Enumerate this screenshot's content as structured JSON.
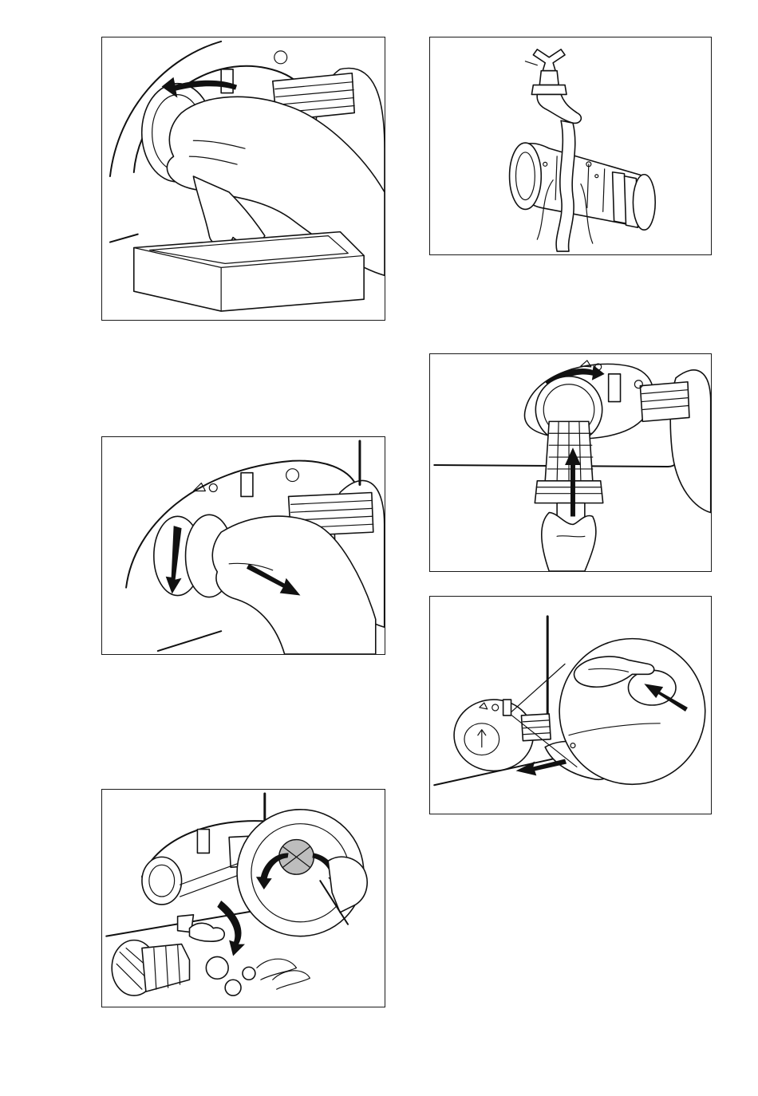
{
  "figures": [
    {
      "id": "p1",
      "icon": "drain-water-into-tray-illustration"
    },
    {
      "id": "p2",
      "icon": "pull-out-filter-illustration"
    },
    {
      "id": "p3",
      "icon": "clean-pump-impeller-illustration"
    },
    {
      "id": "p4",
      "icon": "rinse-filter-under-tap-illustration"
    },
    {
      "id": "p5",
      "icon": "reinsert-filter-illustration"
    },
    {
      "id": "p6",
      "icon": "close-flap-illustration"
    }
  ],
  "colors": {
    "ink": "#111111",
    "panel_border": "#1a1a1a",
    "shade": "#bdbdbd",
    "paper": "#ffffff"
  }
}
